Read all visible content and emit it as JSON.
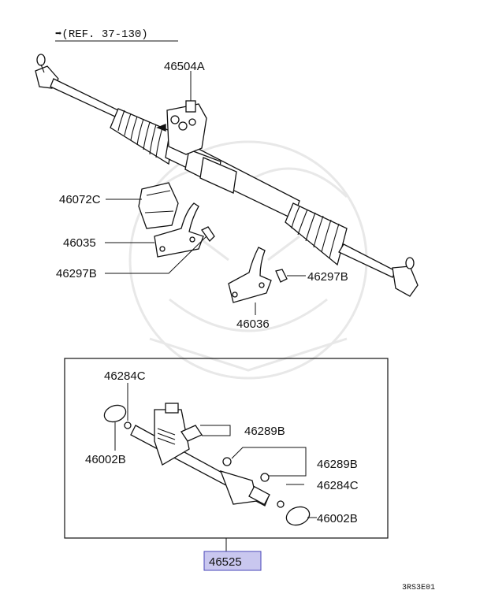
{
  "diagram": {
    "reference": "➡(REF. 37-130)",
    "callouts": [
      {
        "id": "46504A",
        "text": "46504A"
      },
      {
        "id": "46072C",
        "text": "46072C"
      },
      {
        "id": "46035",
        "text": "46035"
      },
      {
        "id": "46297B-left",
        "text": "46297B"
      },
      {
        "id": "46297B-right",
        "text": "46297B"
      },
      {
        "id": "46036",
        "text": "46036"
      },
      {
        "id": "46284C-top",
        "text": "46284C"
      },
      {
        "id": "46002B-left",
        "text": "46002B"
      },
      {
        "id": "46289B-upper",
        "text": "46289B"
      },
      {
        "id": "46289B-lower",
        "text": "46289B"
      },
      {
        "id": "46284C-bottom",
        "text": "46284C"
      },
      {
        "id": "46002B-right",
        "text": "46002B"
      }
    ],
    "assembly_label": "46525",
    "highlight_color": "#c9c7ef",
    "drawing_code": "3RS3E01"
  }
}
